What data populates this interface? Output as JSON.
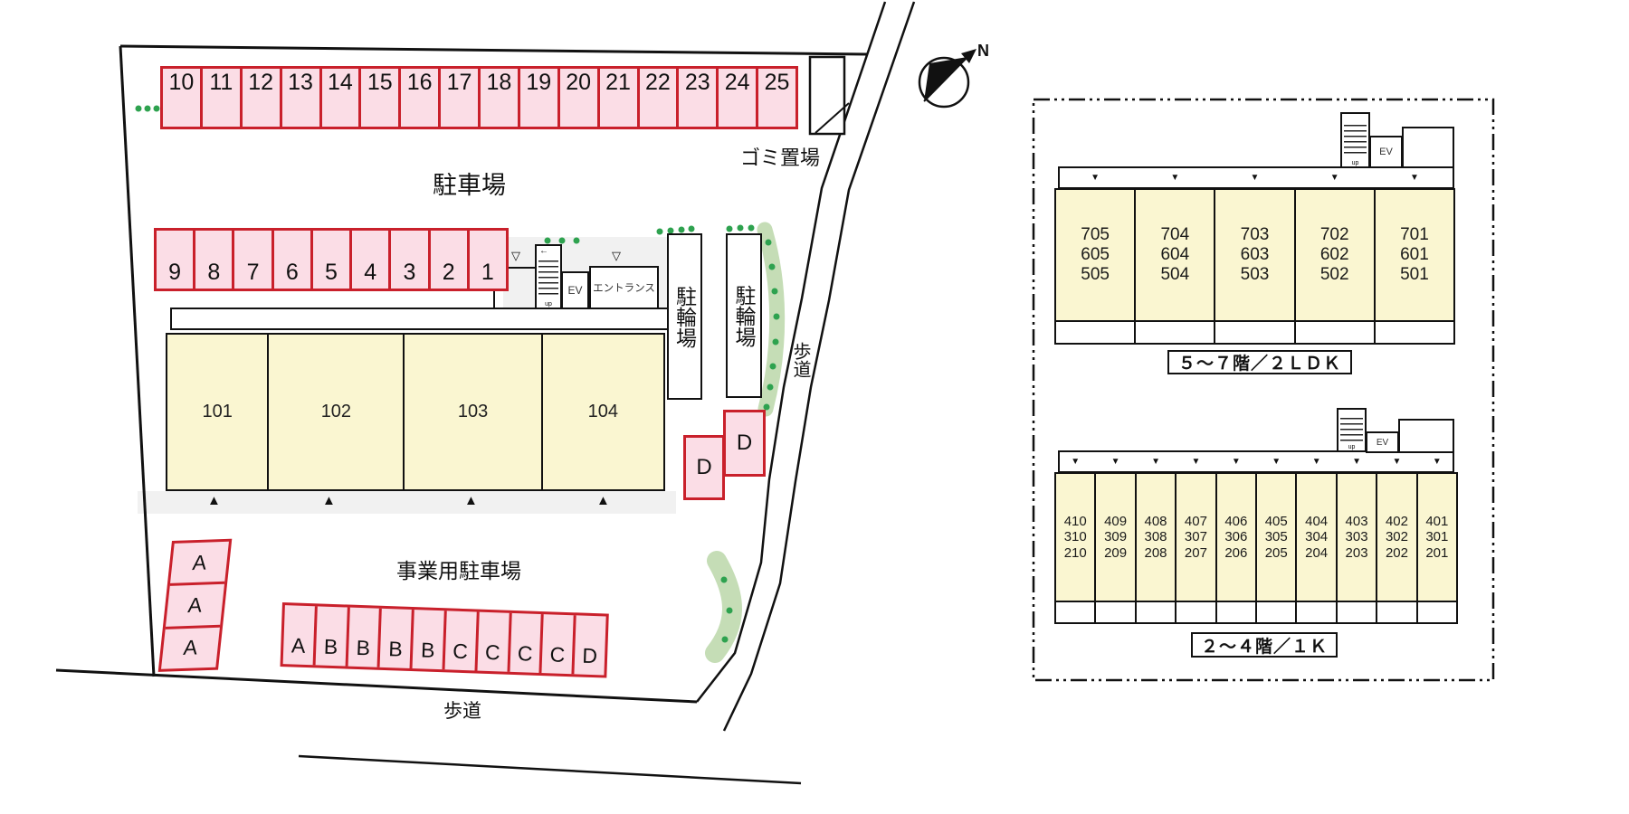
{
  "colors": {
    "parking_fill": "#fbdde6",
    "parking_border": "#c9202b",
    "unit_fill": "#faf6d1",
    "line": "#111111",
    "green_dot": "#2ea24f",
    "green_area": "#c5ddb6",
    "gray_area": "#f1f1f1"
  },
  "site": {
    "labels": {
      "parking": "駐車場",
      "business_parking": "事業用駐車場",
      "garbage": "ゴミ置場",
      "sidewalk_right": "歩道",
      "sidewalk_bottom": "歩道",
      "bicycle": "駐輪場",
      "entrance": "エントランス",
      "elevator": "EV",
      "stairs_up": "up",
      "north": "N"
    },
    "parking_top_row": [
      "10",
      "11",
      "12",
      "13",
      "14",
      "15",
      "16",
      "17",
      "18",
      "19",
      "20",
      "21",
      "22",
      "23",
      "24",
      "25"
    ],
    "parking_mid_row": [
      "9",
      "8",
      "7",
      "6",
      "5",
      "4",
      "3",
      "2",
      "1"
    ],
    "business_row": [
      "A",
      "B",
      "B",
      "B",
      "B",
      "C",
      "C",
      "C",
      "C",
      "D"
    ],
    "side_column": [
      "A",
      "A",
      "A"
    ],
    "d_boxes": [
      "D",
      "D"
    ],
    "ground_units": [
      "101",
      "102",
      "103",
      "104"
    ]
  },
  "floor_plans": {
    "upper": {
      "caption": "５～７階／２ＬＤＫ",
      "elevator": "EV",
      "stairs_up": "up",
      "stacks": [
        [
          "705",
          "605",
          "505"
        ],
        [
          "704",
          "604",
          "504"
        ],
        [
          "703",
          "603",
          "503"
        ],
        [
          "702",
          "602",
          "502"
        ],
        [
          "701",
          "601",
          "501"
        ]
      ]
    },
    "lower": {
      "caption": "２～４階／１Ｋ",
      "elevator": "EV",
      "stairs_up": "up",
      "stacks": [
        [
          "410",
          "310",
          "210"
        ],
        [
          "409",
          "309",
          "209"
        ],
        [
          "408",
          "308",
          "208"
        ],
        [
          "407",
          "307",
          "207"
        ],
        [
          "406",
          "306",
          "206"
        ],
        [
          "405",
          "305",
          "205"
        ],
        [
          "404",
          "304",
          "204"
        ],
        [
          "403",
          "303",
          "203"
        ],
        [
          "402",
          "302",
          "202"
        ],
        [
          "401",
          "301",
          "201"
        ]
      ]
    }
  }
}
